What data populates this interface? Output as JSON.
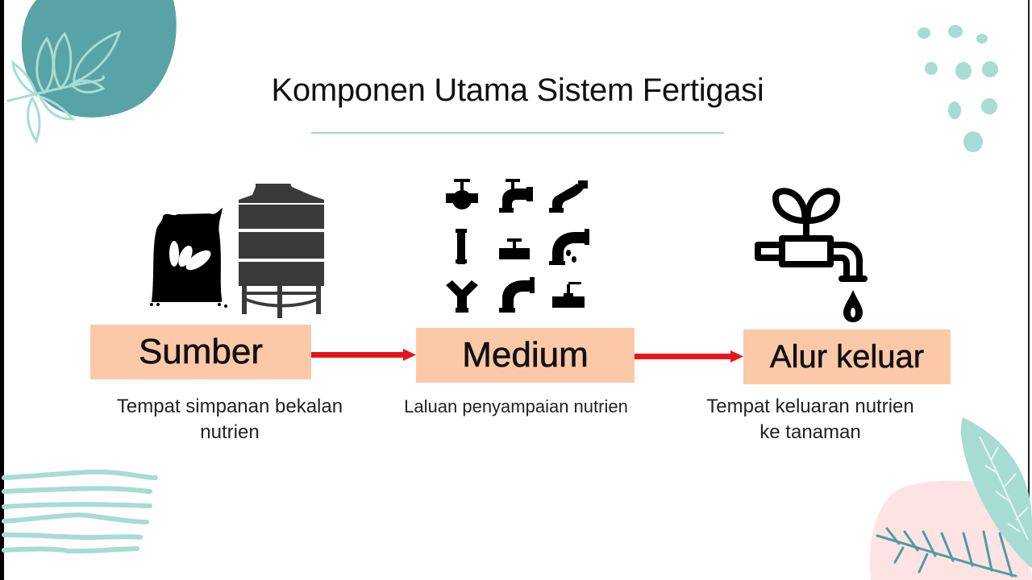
{
  "slide": {
    "title": "Komponen Utama Sistem Fertigasi",
    "colors": {
      "accent_teal": "#58a3a6",
      "light_teal": "#a7dcd3",
      "pink": "#fde3e3",
      "box_fill": "#fbc9a8",
      "arrow_red": "#e8141b"
    },
    "components": [
      {
        "label": "Sumber",
        "description_line1": "Tempat simpanan bekalan",
        "description_line2": "nutrien",
        "icons": [
          "fertilizer-sack-icon",
          "water-tank-icon"
        ]
      },
      {
        "label": "Medium",
        "description_line1": "Laluan penyampaian nutrien",
        "description_line2": "",
        "icons": [
          "pipe-fittings-grid-icon"
        ]
      },
      {
        "label": "Alur keluar",
        "description_line1": "Tempat keluaran nutrien",
        "description_line2": "ke tanaman",
        "icons": [
          "faucet-with-sprout-icon"
        ]
      }
    ]
  }
}
